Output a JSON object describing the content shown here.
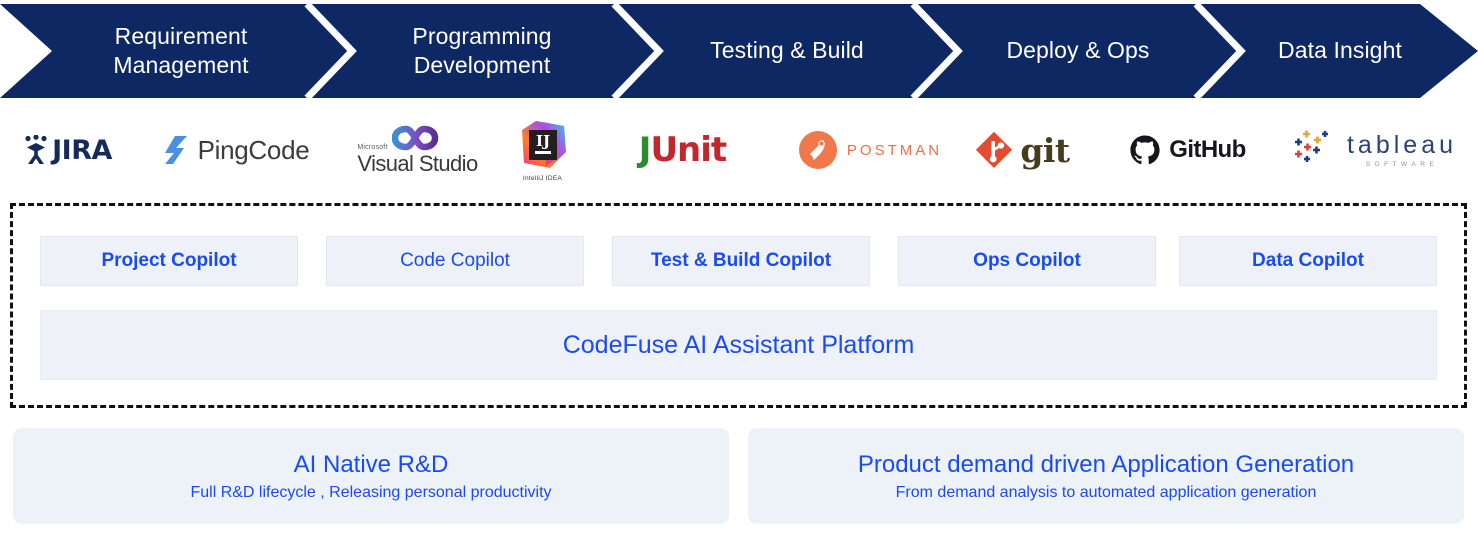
{
  "colors": {
    "banner_navy": "#0E2863",
    "accent_blue": "#1A4BF0",
    "panel_bg": "#EDF1F8",
    "box_bg": "#EEF2F8",
    "dashed_border": "#111111"
  },
  "stages": {
    "items": [
      {
        "id": "requirement-management",
        "line1": "Requirement",
        "line2": "Management"
      },
      {
        "id": "programming-development",
        "line1": "Programming",
        "line2": "Development"
      },
      {
        "id": "testing-build",
        "line1": "Testing & Build",
        "line2": ""
      },
      {
        "id": "deploy-ops",
        "line1": "Deploy & Ops",
        "line2": ""
      },
      {
        "id": "data-insight",
        "line1": "Data Insight",
        "line2": ""
      }
    ]
  },
  "logos": {
    "items": [
      {
        "id": "jira",
        "name": "JIRA",
        "text": "JIRA"
      },
      {
        "id": "pingcode",
        "name": "PingCode",
        "text": "PingCode"
      },
      {
        "id": "visual-studio",
        "name": "Visual Studio",
        "vendor": "Microsoft",
        "text": "Visual Studio"
      },
      {
        "id": "intellij-idea",
        "name": "IntelliJ IDEA",
        "mark": "IJ",
        "caption": "IntelliJ IDEA"
      },
      {
        "id": "junit",
        "name": "JUnit",
        "part1": "J",
        "part2": "Unit"
      },
      {
        "id": "postman",
        "name": "Postman",
        "text": "POSTMAN"
      },
      {
        "id": "git",
        "name": "git",
        "text": "git"
      },
      {
        "id": "github",
        "name": "GitHub",
        "text": "GitHub"
      },
      {
        "id": "tableau",
        "name": "Tableau Software",
        "text": "tableau",
        "sub": "SOFTWARE"
      }
    ]
  },
  "platform": {
    "copilots": [
      {
        "id": "project-copilot",
        "label": "Project Copilot",
        "bold": true
      },
      {
        "id": "code-copilot",
        "label": "Code Copilot",
        "bold": false
      },
      {
        "id": "test-build-copilot",
        "label": "Test & Build Copilot",
        "bold": true
      },
      {
        "id": "ops-copilot",
        "label": "Ops Copilot",
        "bold": true
      },
      {
        "id": "data-copilot",
        "label": "Data Copilot",
        "bold": true
      }
    ],
    "platform_bar_label": "CodeFuse AI Assistant Platform"
  },
  "value_panels": {
    "items": [
      {
        "id": "ai-native-rd",
        "title": "AI Native R&D",
        "subtitle": "Full R&D lifecycle , Releasing personal productivity"
      },
      {
        "id": "app-generation",
        "title": "Product demand driven Application Generation",
        "subtitle": "From demand analysis to automated application generation"
      }
    ]
  }
}
